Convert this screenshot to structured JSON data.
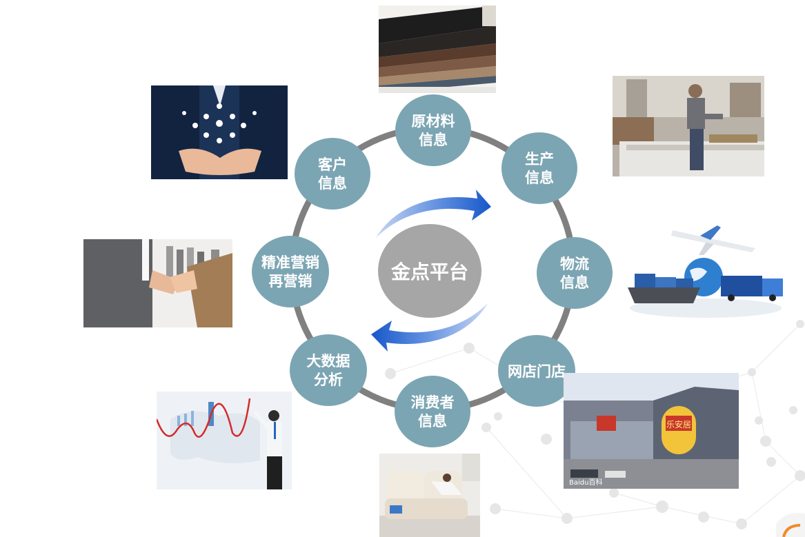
{
  "center": {
    "label": "金点平台"
  },
  "nodes": {
    "raw_material": {
      "line1": "原材料",
      "line2": "信息"
    },
    "production": {
      "line1": "生产",
      "line2": "信息"
    },
    "logistics": {
      "line1": "物流",
      "line2": "信息"
    },
    "stores": {
      "line1": "网店门店",
      "line2": ""
    },
    "consumer": {
      "line1": "消费者",
      "line2": "信息"
    },
    "bigdata": {
      "line1": "大数据",
      "line2": "分析"
    },
    "marketing": {
      "line1": "精准营销",
      "line2": "再营销"
    },
    "customer": {
      "line1": "客户",
      "line2": "信息"
    }
  },
  "photos": {
    "store_sign": "乐安居",
    "watermark": "Baidu百科"
  },
  "colors": {
    "node": "#7ca5b3",
    "center": "#a6a6a6",
    "ring": "#808080",
    "arrow": "#1f5fc8"
  }
}
